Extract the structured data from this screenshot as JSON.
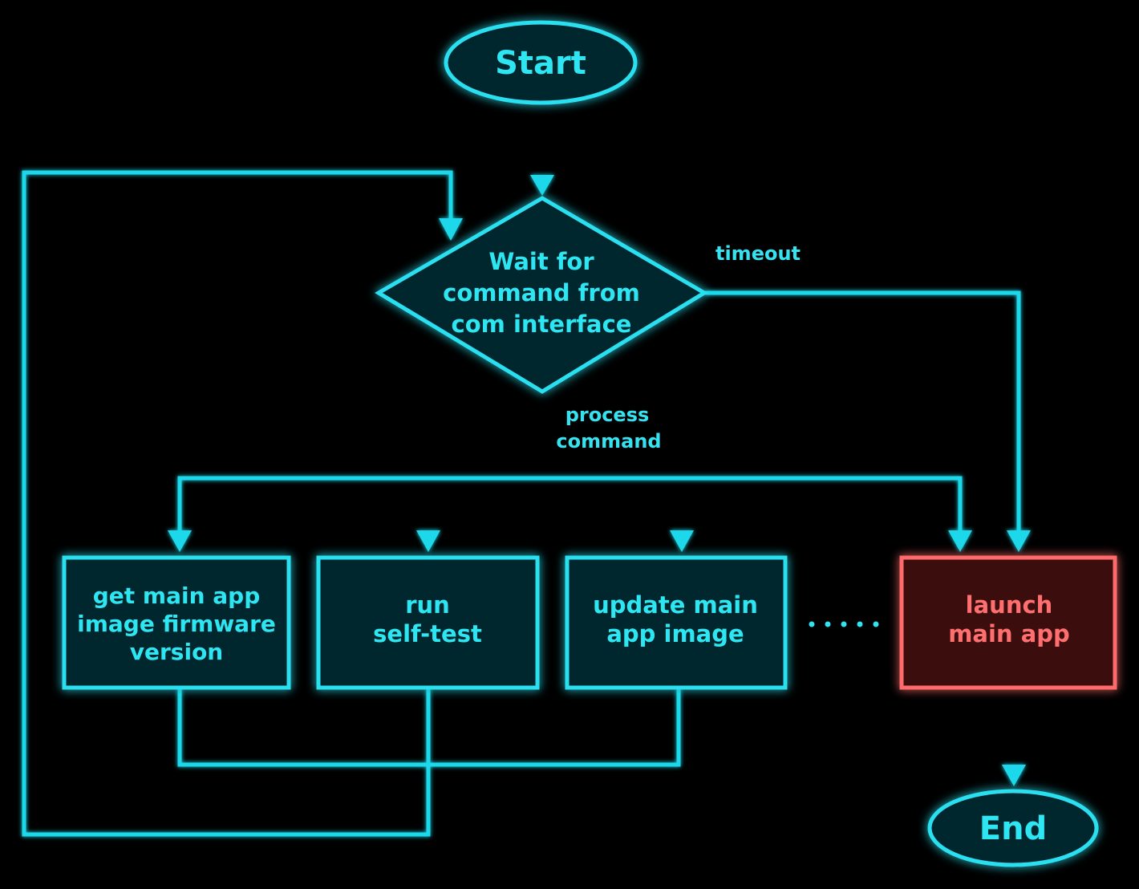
{
  "nodes": {
    "start": {
      "label": "Start"
    },
    "decision": {
      "lines": [
        "Wait for",
        "command from",
        "com interface"
      ]
    },
    "get_version": {
      "lines": [
        "get main app",
        "image firmware",
        "version"
      ]
    },
    "self_test": {
      "lines": [
        "run",
        "self-test"
      ]
    },
    "update_image": {
      "lines": [
        "update main",
        "app image"
      ]
    },
    "launch_app": {
      "lines": [
        "launch",
        "main app"
      ]
    },
    "end": {
      "label": "End"
    }
  },
  "edges": {
    "timeout_label": "timeout",
    "process_label": [
      "process",
      "command"
    ]
  },
  "colors": {
    "primary": "#2ae0f0",
    "highlight": "#ff6a6a",
    "background": "#000000"
  }
}
